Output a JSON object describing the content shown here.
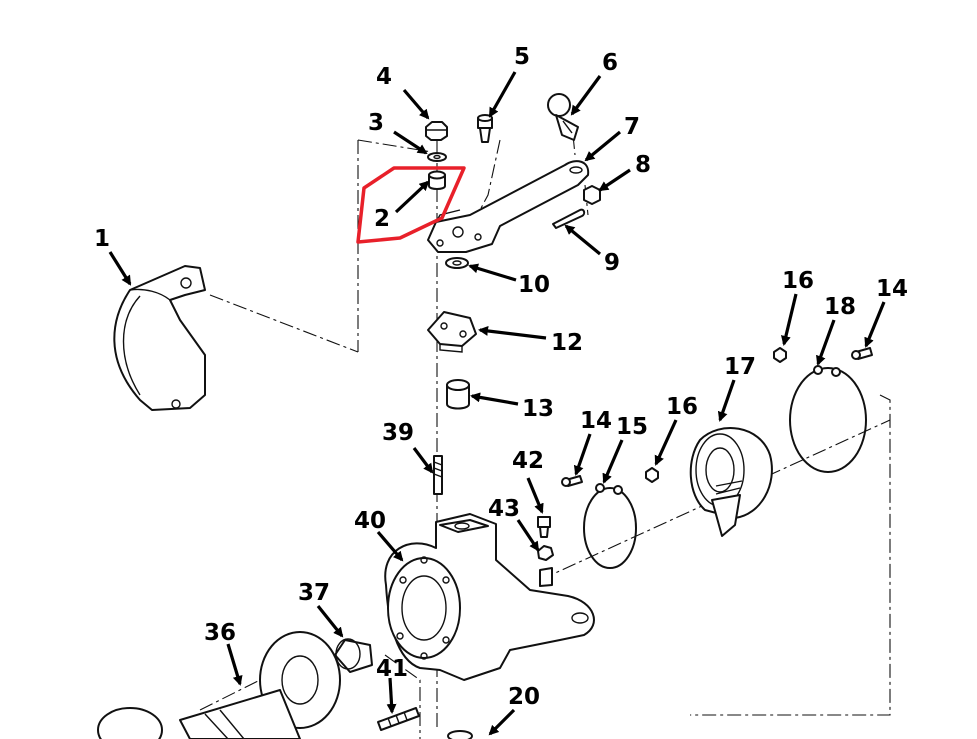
{
  "colors": {
    "line": "#111111",
    "highlight": "#e8202a",
    "background": "#ffffff"
  },
  "highlighted_callout": "2",
  "callouts": {
    "c1": "1",
    "c2": "2",
    "c3": "3",
    "c4": "4",
    "c5": "5",
    "c6": "6",
    "c7": "7",
    "c8": "8",
    "c9": "9",
    "c10": "10",
    "c12": "12",
    "c13": "13",
    "c14a": "14",
    "c14b": "14",
    "c15": "15",
    "c16a": "16",
    "c16b": "16",
    "c17": "17",
    "c18": "18",
    "c20": "20",
    "c36": "36",
    "c37": "37",
    "c39": "39",
    "c40": "40",
    "c41": "41",
    "c42": "42",
    "c43": "43"
  }
}
